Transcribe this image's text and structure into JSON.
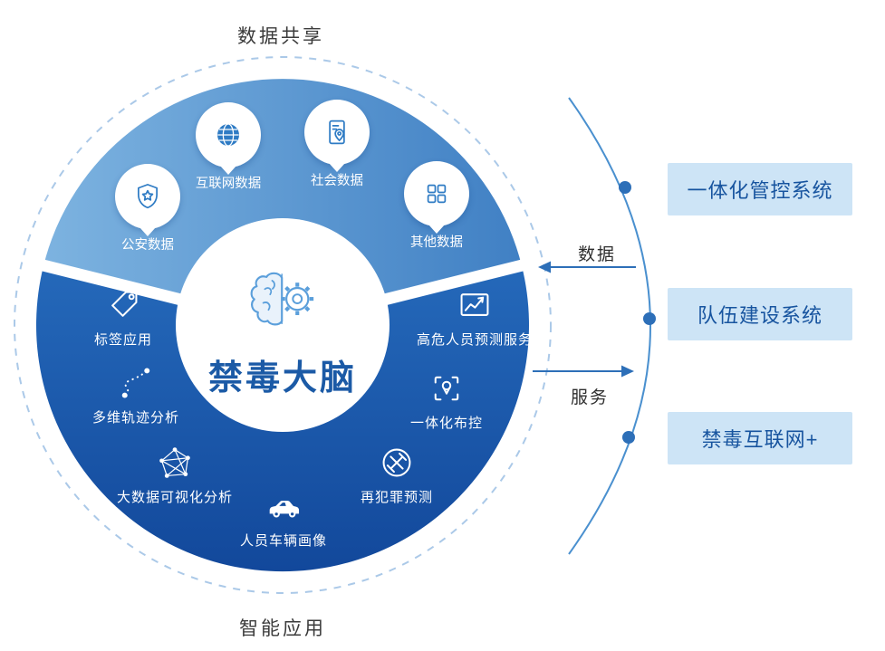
{
  "page": {
    "top_label": "数据共享",
    "bottom_label": "智能应用"
  },
  "center": {
    "title": "禁毒大脑",
    "icon": "brain-gear-icon"
  },
  "data_sources": [
    {
      "label": "公安数据",
      "icon": "shield-star-icon"
    },
    {
      "label": "互联网数据",
      "icon": "globe-icon"
    },
    {
      "label": "社会数据",
      "icon": "document-location-icon"
    },
    {
      "label": "其他数据",
      "icon": "grid-icon"
    }
  ],
  "applications": [
    {
      "label": "标签应用",
      "icon": "tag-icon"
    },
    {
      "label": "多维轨迹分析",
      "icon": "route-icon"
    },
    {
      "label": "大数据可视化分析",
      "icon": "network-graph-icon"
    },
    {
      "label": "人员车辆画像",
      "icon": "car-icon"
    },
    {
      "label": "再犯罪预测",
      "icon": "crossed-tools-icon"
    },
    {
      "label": "一体化布控",
      "icon": "target-pin-icon"
    },
    {
      "label": "高危人员预测服务",
      "icon": "chart-trend-icon"
    }
  ],
  "flows": {
    "data_in": "数据",
    "service_out": "服务"
  },
  "systems": [
    {
      "label": "一体化管控系统"
    },
    {
      "label": "队伍建设系统"
    },
    {
      "label": "禁毒互联网+"
    }
  ],
  "colors": {
    "dark_sector_top": "#2569ba",
    "dark_sector_bottom": "#12489b",
    "light_wedge_start": "#7db3e0",
    "light_wedge_end": "#4080c4",
    "accent_blue": "#2e7bc4",
    "connector_blue": "#2d6fb8",
    "box_background": "#cde4f6",
    "box_text": "#17549f",
    "center_title_text": "#1b5aa6"
  }
}
